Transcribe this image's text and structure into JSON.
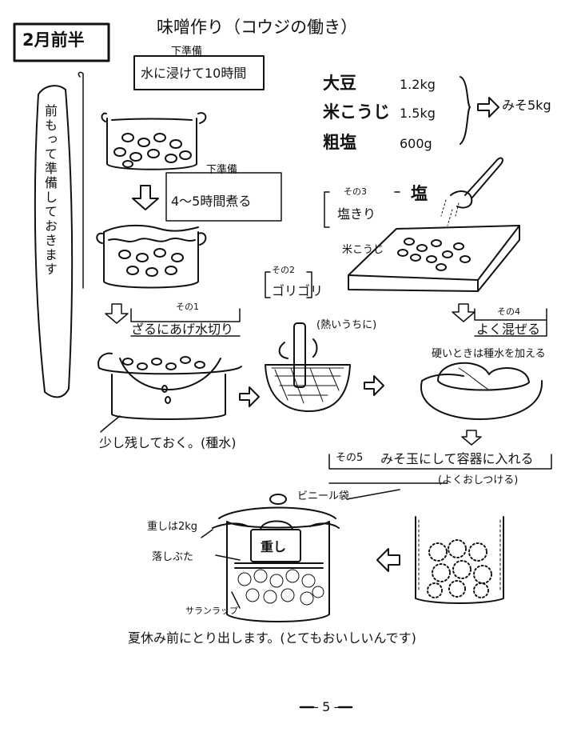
{
  "period_label": "2月前半",
  "title": "味噌作り（コウジの働き）",
  "side_note": "前もって準備しておきます",
  "prep1": {
    "heading": "下準備",
    "text": "水に浸けて10時間"
  },
  "prep2": {
    "heading": "下準備",
    "text": "4〜5時間煮る"
  },
  "ingredients": [
    {
      "name": "大豆",
      "amount": "1.2kg"
    },
    {
      "name": "米こうじ",
      "amount": "1.5kg"
    },
    {
      "name": "粗塩",
      "amount": "600g"
    }
  ],
  "ingredients_result": "みそ5kg",
  "step3": {
    "num": "その3",
    "text": "塩きり",
    "salt_label": "塩",
    "koji_label": "米こうじ"
  },
  "step1": {
    "num": "その1",
    "text": "ざるにあげ水切り"
  },
  "step1_note": "少し残しておく。(種水)",
  "step2": {
    "num": "その2",
    "text": "ゴリゴリ",
    "note": "(熱いうちに)"
  },
  "step4": {
    "num": "その4",
    "text": "よく混ぜる",
    "note": "硬いときは種水を加える"
  },
  "step5": {
    "num": "その5",
    "text": "みそ玉にして容器に入れる",
    "note": "(よくおしつける)"
  },
  "bag_label": "ビニール袋",
  "weight_label": "重しは2kg",
  "weight_tag": "重し",
  "lid_label": "落しぶた",
  "wrap_label": "サランラップ",
  "closing": "夏休み前にとり出します。(とてもおいしいんです)",
  "page_number": "― 5 ―"
}
